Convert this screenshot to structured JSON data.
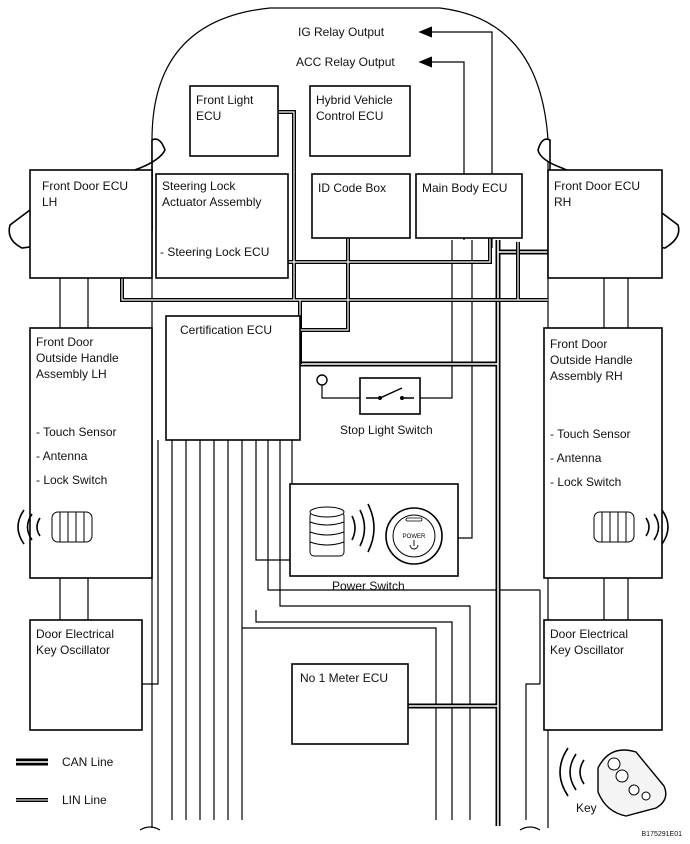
{
  "outputs": {
    "ig_relay": "IG Relay Output",
    "acc_relay": "ACC Relay Output"
  },
  "components": {
    "front_light_ecu": [
      "Front Light",
      "ECU"
    ],
    "hybrid_vehicle_ecu": [
      "Hybrid Vehicle",
      "Control ECU"
    ],
    "front_door_ecu_lh": [
      "Front Door ECU",
      "LH"
    ],
    "front_door_ecu_rh": [
      "Front Door ECU",
      "RH"
    ],
    "steering_lock": [
      "Steering Lock",
      "Actuator Assembly"
    ],
    "steering_lock_ecu": "- Steering Lock ECU",
    "id_code_box": "ID Code Box",
    "main_body_ecu": "Main Body ECU",
    "certification_ecu": "Certification ECU",
    "handle_lh": [
      "Front Door",
      "Outside Handle",
      "Assembly LH"
    ],
    "handle_rh": [
      "Front Door",
      "Outside Handle",
      "Assembly RH"
    ],
    "handle_items": [
      "- Touch Sensor",
      "- Antenna",
      "- Lock Switch"
    ],
    "stop_light_switch": "Stop Light Switch",
    "power_switch": "Power Switch",
    "power_button_text": "POWER",
    "oscillator_lh": [
      "Door Electrical",
      "Key Oscillator"
    ],
    "oscillator_rh": [
      "Door Electrical",
      "Key Oscillator"
    ],
    "meter_ecu": "No 1 Meter ECU",
    "key": "Key"
  },
  "legend": {
    "can": "CAN Line",
    "lin": "LIN Line"
  },
  "figure_id": "B175291E01"
}
